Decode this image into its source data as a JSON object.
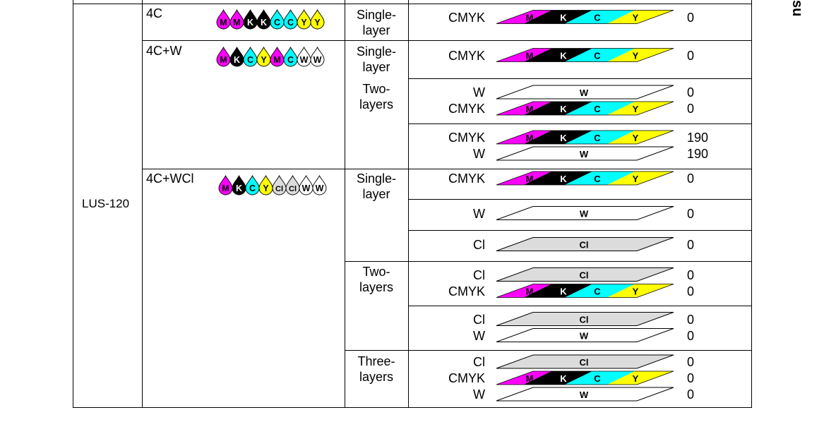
{
  "model": "LUS-120",
  "side_tab_text": "su",
  "colors": {
    "magenta": "#ff00ff",
    "black": "#000000",
    "cyan": "#00ffff",
    "yellow": "#ffff00",
    "white": "#ffffff",
    "clear": "#dcdcdc"
  },
  "ink_sets": [
    {
      "name": "4C",
      "drops": [
        "M",
        "M",
        "K",
        "K",
        "C",
        "C",
        "Y",
        "Y"
      ]
    },
    {
      "name": "4C+W",
      "drops": [
        "M",
        "K",
        "C",
        "Y",
        "M",
        "C",
        "W",
        "W"
      ]
    },
    {
      "name": "4C+WCl",
      "drops": [
        "M",
        "K",
        "C",
        "Y",
        "Cl",
        "Cl",
        "W",
        "W"
      ]
    }
  ],
  "layer_modes": {
    "single": [
      "Single-",
      "layer"
    ],
    "two": [
      "Two-",
      "layers"
    ],
    "three": [
      "Three-",
      "layers"
    ]
  },
  "rows": [
    {
      "layers": [
        {
          "label": "CMYK",
          "type": "cmyk",
          "value": "0"
        }
      ]
    },
    {
      "layers": [
        {
          "label": "CMYK",
          "type": "cmyk",
          "value": "0"
        }
      ]
    },
    {
      "layers": [
        {
          "label": "W",
          "type": "white",
          "value": "0"
        },
        {
          "label": "CMYK",
          "type": "cmyk",
          "value": "0"
        }
      ]
    },
    {
      "layers": [
        {
          "label": "CMYK",
          "type": "cmyk",
          "value": "190"
        },
        {
          "label": "W",
          "type": "white",
          "value": "190"
        }
      ]
    },
    {
      "layers": [
        {
          "label": "CMYK",
          "type": "cmyk",
          "value": "0"
        }
      ]
    },
    {
      "layers": [
        {
          "label": "W",
          "type": "white",
          "value": "0"
        }
      ]
    },
    {
      "layers": [
        {
          "label": "Cl",
          "type": "clear",
          "value": "0"
        }
      ]
    },
    {
      "layers": [
        {
          "label": "Cl",
          "type": "clear",
          "value": "0"
        },
        {
          "label": "CMYK",
          "type": "cmyk",
          "value": "0"
        }
      ]
    },
    {
      "layers": [
        {
          "label": "Cl",
          "type": "clear",
          "value": "0"
        },
        {
          "label": "W",
          "type": "white",
          "value": "0"
        }
      ]
    },
    {
      "layers": [
        {
          "label": "Cl",
          "type": "clear",
          "value": "0"
        },
        {
          "label": "CMYK",
          "type": "cmyk",
          "value": "0"
        },
        {
          "label": "W",
          "type": "white",
          "value": "0"
        }
      ]
    }
  ],
  "bar_letters": {
    "cmyk": [
      "M",
      "K",
      "C",
      "Y"
    ],
    "white": "W",
    "clear": "Cl"
  }
}
